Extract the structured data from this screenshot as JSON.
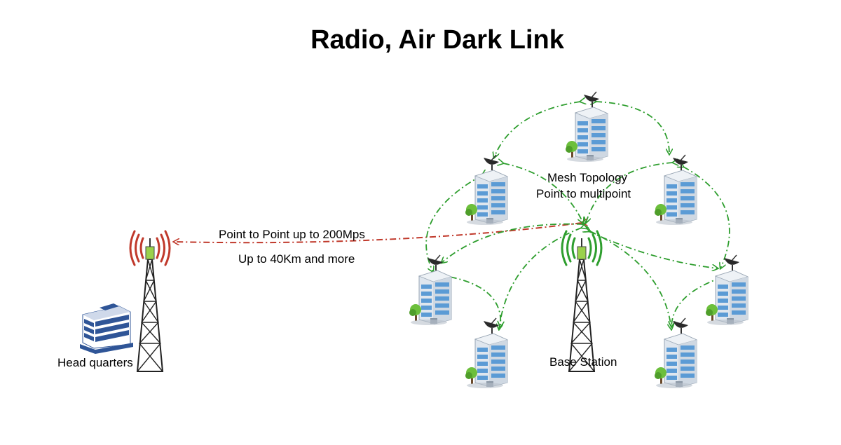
{
  "title": "Radio, Air Dark Link",
  "labels": {
    "headquarters": "Head quarters",
    "link_name": "Point to Point up to 200Mps",
    "link_range": "Up to 40Km and more",
    "mesh_topology": "Mesh Topology",
    "point_to_multipoint": "Point to multipoint",
    "base_station": "Base Station"
  },
  "colors": {
    "p2p_link": "#c0392b",
    "mesh_link": "#2e9e2e",
    "hq_signal": "#c0392b",
    "base_signal": "#2e9e2e",
    "building_glass": "#5b9bd5",
    "building_body": "#dfe6ee",
    "hq_building": "#2f5597",
    "tower": "#222222"
  },
  "icons": [
    "hq-building-icon",
    "radio-tower-icon",
    "satellite-dish-icon",
    "office-building-icon",
    "tree-icon"
  ]
}
